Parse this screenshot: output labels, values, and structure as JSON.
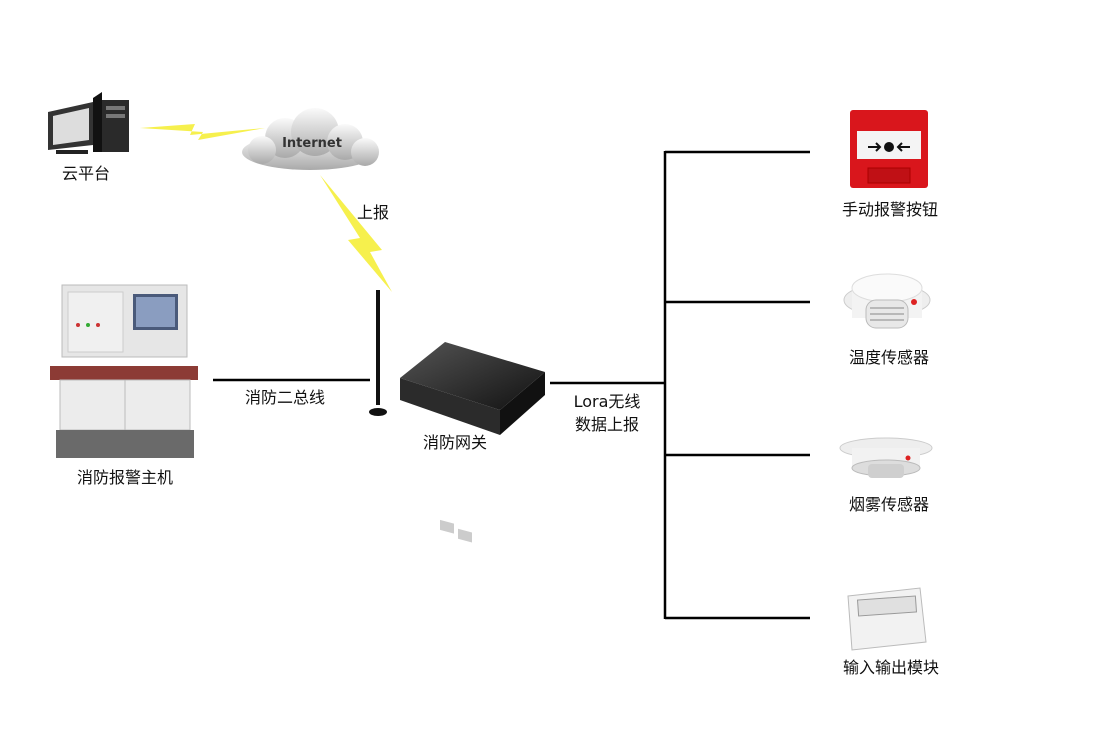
{
  "nodes": {
    "cloud_platform": {
      "label": "云平台",
      "icon": "desktop-computer-icon"
    },
    "internet": {
      "label": "Internet",
      "icon": "cloud-icon"
    },
    "uplink": {
      "label": "上报"
    },
    "fire_host": {
      "label": "消防报警主机",
      "icon": "fire-alarm-control-panel-icon"
    },
    "gateway": {
      "label": "消防网关",
      "icon": "gateway-router-icon"
    },
    "devices": [
      {
        "label": "手动报警按钮",
        "icon": "manual-call-point-icon"
      },
      {
        "label": "温度传感器",
        "icon": "heat-detector-icon"
      },
      {
        "label": "烟雾传感器",
        "icon": "smoke-detector-icon"
      },
      {
        "label": "输入输出模块",
        "icon": "io-module-icon"
      }
    ]
  },
  "links": {
    "bus": "消防二总线",
    "lora_line1": "Lora无线",
    "lora_line2": "数据上报"
  },
  "colors": {
    "lightning": "#f5ee3a",
    "line": "#000000",
    "alarm_red": "#d9161c"
  }
}
